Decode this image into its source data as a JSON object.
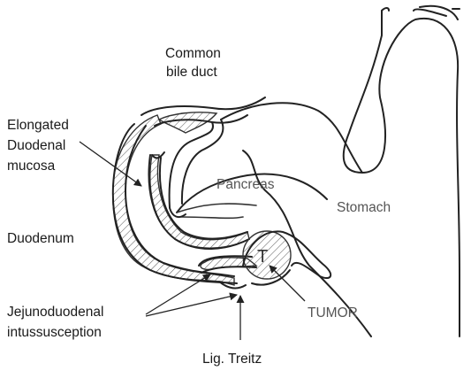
{
  "labels": {
    "common_bile_duct_line1": "Common",
    "common_bile_duct_line2": "bile duct",
    "elongated_line1": "Elongated",
    "elongated_line2": "Duodenal",
    "elongated_line3": "mucosa",
    "pancreas": "Pancreas",
    "stomach": "Stomach",
    "duodenum": "Duodenum",
    "tumor_letter": "T",
    "tumor": "TUMOR",
    "intussusception_line1": "Jejunoduodenal",
    "intussusception_line2": "intussusception",
    "lig_treitz": "Lig. Treitz"
  },
  "colors": {
    "line": "#222222",
    "text": "#1a1a1a",
    "muted_text": "#555555",
    "background": "#ffffff"
  }
}
